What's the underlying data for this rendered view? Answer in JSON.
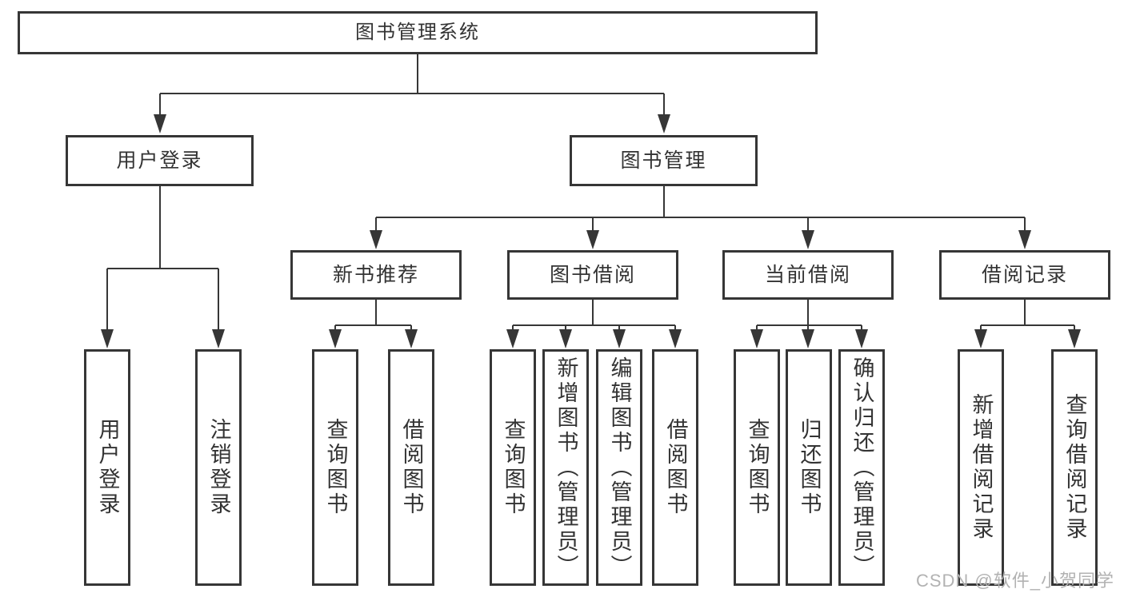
{
  "tree": {
    "root": {
      "label": "图书管理系统"
    },
    "children": [
      {
        "label": "用户登录",
        "children": [
          {
            "label": "用户登录"
          },
          {
            "label": "注销登录"
          }
        ]
      },
      {
        "label": "图书管理",
        "children": [
          {
            "label": "新书推荐",
            "children": [
              {
                "label": "查询图书"
              },
              {
                "label": "借阅图书"
              }
            ]
          },
          {
            "label": "图书借阅",
            "children": [
              {
                "label": "查询图书"
              },
              {
                "label": "新增图书（管理员）"
              },
              {
                "label": "编辑图书（管理员）"
              },
              {
                "label": "借阅图书"
              }
            ]
          },
          {
            "label": "当前借阅",
            "children": [
              {
                "label": "查询图书"
              },
              {
                "label": "归还图书"
              },
              {
                "label": "确认归还（管理员）"
              }
            ]
          },
          {
            "label": "借阅记录",
            "children": [
              {
                "label": "新增借阅记录"
              },
              {
                "label": "查询借阅记录"
              }
            ]
          }
        ]
      }
    ]
  },
  "watermark": "CSDN @软件_小贺同学",
  "colors": {
    "line": "#363636",
    "text": "#333333",
    "box_background": "#ffffff",
    "watermark": "#b2b2b2"
  }
}
